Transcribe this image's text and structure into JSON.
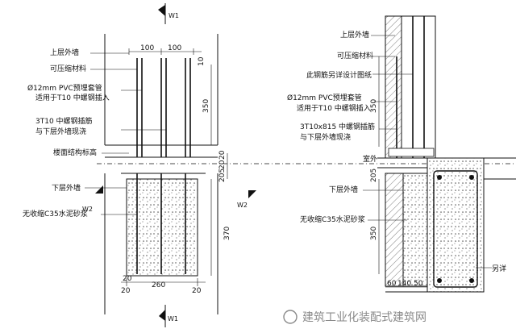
{
  "left": {
    "section_top": "W1",
    "section_bottom": "W1",
    "section_side": "W2",
    "section_side2": "W2",
    "labels": {
      "upper_wall": "上层外墙",
      "compressible": "可压缩材料",
      "pvc_line1": "Ø12mm PVC预埋套管",
      "pvc_line2": "适用于T10 中螺钢插入",
      "rebar_line1": "3T10 中螺钢插筋",
      "rebar_line2": "与下层外墙现浇",
      "floor_level": "楼面结构标高",
      "lower_wall": "下层外墙",
      "mortar": "无收缩C35水泥砂浆"
    },
    "dims": {
      "d100a": "100",
      "d100b": "100",
      "d10": "10",
      "d350": "350",
      "d20a": "20",
      "d20b": "20",
      "d205": "205",
      "d370": "370",
      "d20c": "20",
      "d20d": "20",
      "d20e": "20",
      "d260": "260"
    }
  },
  "right": {
    "labels": {
      "upper_wall": "上层外墙",
      "compressible": "可压缩材料",
      "rebar_note": "此钢筋另详设计图纸",
      "pvc_line1": "Ø12mm PVC预埋套管",
      "pvc_line2": "适用于T10 中螺钢插入",
      "rebar_line1": "3T10x815 中螺钢插筋",
      "rebar_line2": "与下层外墙现浇",
      "outside": "室外",
      "lower_wall": "下层外墙",
      "mortar": "无收缩C35水泥砂浆",
      "other": "另详"
    },
    "dims": {
      "d350": "350",
      "d205": "205",
      "d350b": "350",
      "d60": "60",
      "d140": "140",
      "d50": "50"
    }
  },
  "watermark": "建筑工业化装配式建筑网"
}
